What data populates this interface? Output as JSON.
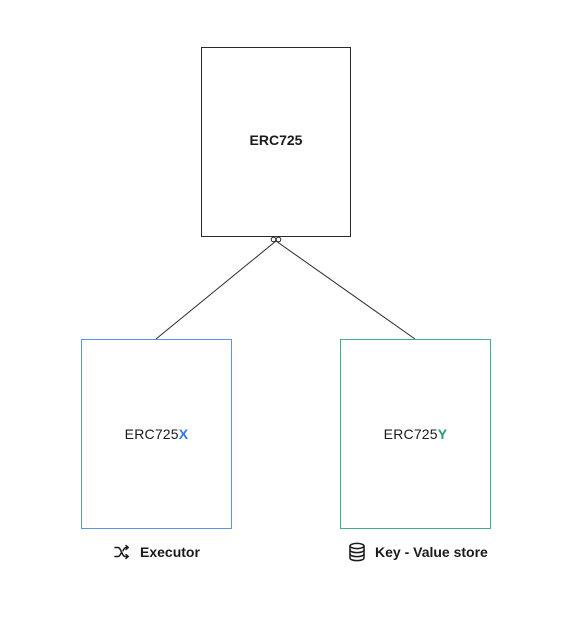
{
  "parent": {
    "label": "ERC725"
  },
  "children": [
    {
      "prefix": "ERC725",
      "suffix": "X",
      "caption": "Executor",
      "icon": "shuffle-icon",
      "border_color": "#5b93e8",
      "suffix_color": "#2f7ae5"
    },
    {
      "prefix": "ERC725",
      "suffix": "Y",
      "caption": "Key - Value store",
      "icon": "database-icon",
      "border_color": "#3fae8c",
      "suffix_color": "#1e9e78"
    }
  ]
}
